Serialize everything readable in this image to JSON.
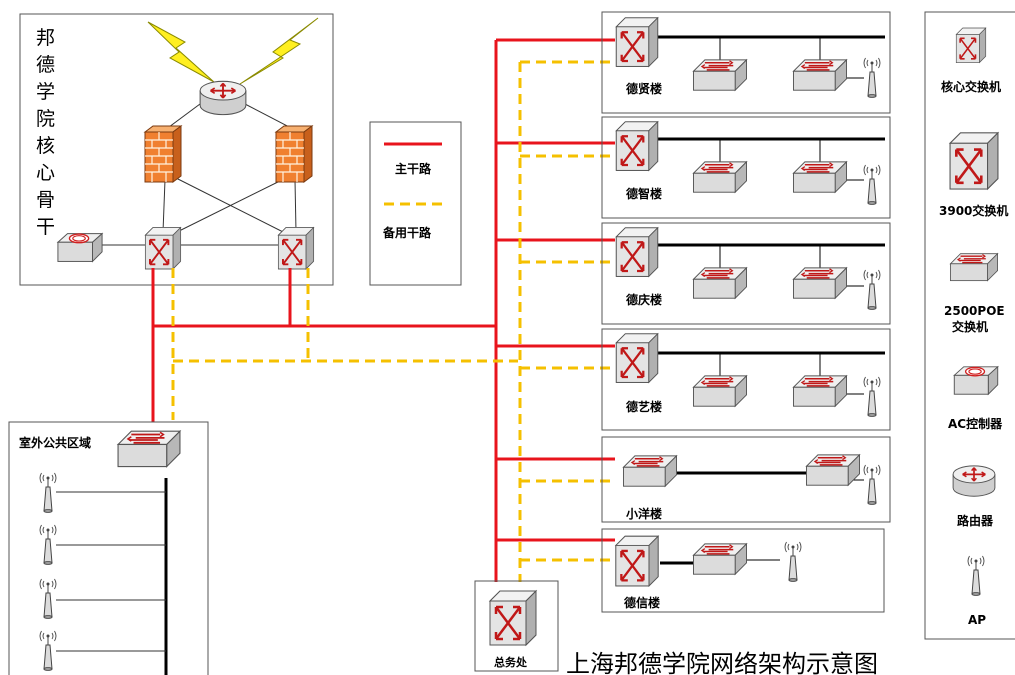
{
  "diagram": {
    "title": "上海邦德学院网络架构示意图",
    "core_box_title_chars": [
      "邦",
      "德",
      "学",
      "院",
      "核",
      "心",
      "骨",
      "干"
    ],
    "legend_lines": {
      "main": "主干路",
      "backup": "备用干路"
    },
    "buildings": [
      {
        "name": "德贤楼"
      },
      {
        "name": "德智楼"
      },
      {
        "name": "德庆楼"
      },
      {
        "name": "德艺楼"
      },
      {
        "name": "小洋楼"
      },
      {
        "name": "德信楼"
      }
    ],
    "outdoor_area": "室外公共区域",
    "general_affairs": "总务处",
    "device_legend": [
      {
        "icon": "core-switch-icon",
        "label": "核心交换机"
      },
      {
        "icon": "switch-3900-icon",
        "label": "3900交换机"
      },
      {
        "icon": "poe-switch-icon",
        "label": "2500POE",
        "label2": "交换机"
      },
      {
        "icon": "ac-controller-icon",
        "label": "AC控制器"
      },
      {
        "icon": "router-icon",
        "label": "路由器"
      },
      {
        "icon": "ap-icon",
        "label": "AP"
      }
    ],
    "colors": {
      "main_line": "#e8141c",
      "backup_line": "#f5c000",
      "firewall": "#f08030"
    }
  }
}
